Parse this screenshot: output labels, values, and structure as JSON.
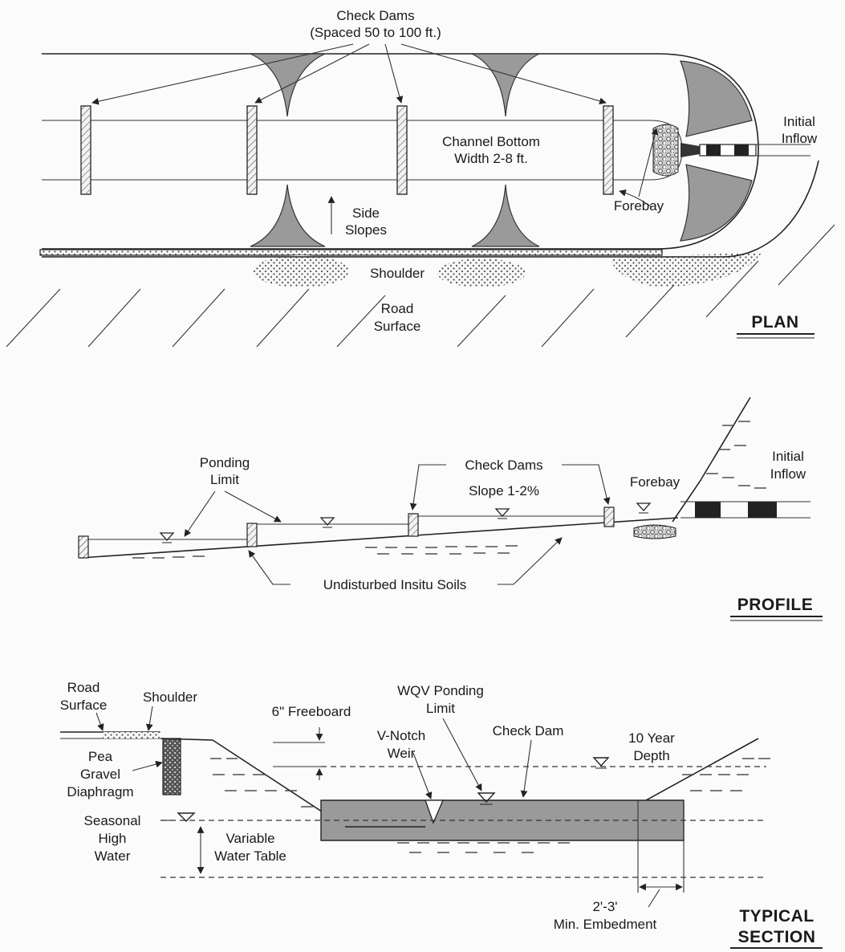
{
  "plan": {
    "title": "PLAN",
    "check_dams_line1": "Check Dams",
    "check_dams_line2": "(Spaced 50 to 100 ft.)",
    "channel_bottom_line1": "Channel Bottom",
    "channel_bottom_line2": "Width 2-8 ft.",
    "side_slopes_line1": "Side",
    "side_slopes_line2": "Slopes",
    "forebay": "Forebay",
    "initial_inflow_line1": "Initial",
    "initial_inflow_line2": "Inflow",
    "shoulder": "Shoulder",
    "road_surface_line1": "Road",
    "road_surface_line2": "Surface"
  },
  "profile": {
    "title": "PROFILE",
    "ponding_limit_line1": "Ponding",
    "ponding_limit_line2": "Limit",
    "check_dams": "Check Dams",
    "slope": "Slope 1-2%",
    "forebay": "Forebay",
    "initial_inflow_line1": "Initial",
    "initial_inflow_line2": "Inflow",
    "undisturbed_soils": "Undisturbed Insitu Soils"
  },
  "section": {
    "title_line1": "TYPICAL",
    "title_line2": "SECTION",
    "road_surface_line1": "Road",
    "road_surface_line2": "Surface",
    "shoulder": "Shoulder",
    "freeboard": "6\" Freeboard",
    "wqv_line1": "WQV Ponding",
    "wqv_line2": "Limit",
    "vnotch_line1": "V-Notch",
    "vnotch_line2": "Weir",
    "check_dam": "Check Dam",
    "ten_year_line1": "10 Year",
    "ten_year_line2": "Depth",
    "pea_gravel_line1": "Pea",
    "pea_gravel_line2": "Gravel",
    "pea_gravel_line3": "Diaphragm",
    "seasonal_line1": "Seasonal",
    "seasonal_line2": "High",
    "seasonal_line3": "Water",
    "variable_line1": "Variable",
    "variable_line2": "Water Table",
    "embedment_line1": "2'-3'",
    "embedment_line2": "Min. Embedment"
  }
}
